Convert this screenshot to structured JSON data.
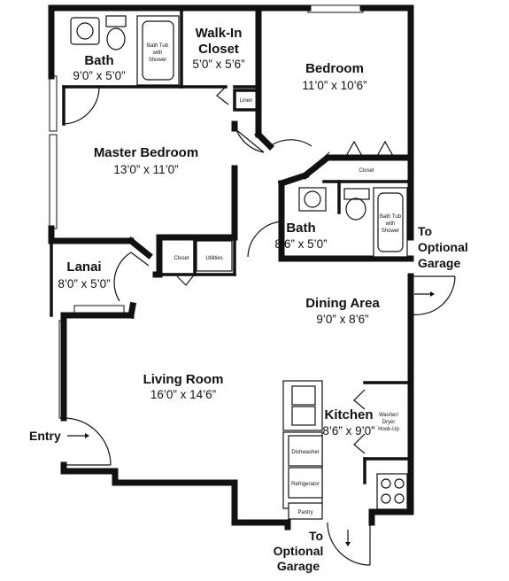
{
  "rooms": {
    "bath_master": {
      "name": "Bath",
      "dims": "9’0” x 5’0”"
    },
    "walk_in_closet": {
      "name_line1": "Walk-In",
      "name_line2": "Closet",
      "dims": "5’0” x 5’6”"
    },
    "bedroom": {
      "name": "Bedroom",
      "dims": "11’0” x 10’6”"
    },
    "master_bedroom": {
      "name": "Master Bedroom",
      "dims": "13’0” x 11’0”"
    },
    "bath_second": {
      "name": "Bath",
      "dims": "8’6” x 5’0”"
    },
    "lanai": {
      "name": "Lanai",
      "dims": "8’0” x 5’0”"
    },
    "dining_area": {
      "name": "Dining Area",
      "dims": "9’0” x 8’6”"
    },
    "living_room": {
      "name": "Living Room",
      "dims": "16’0” x 14’6”"
    },
    "kitchen": {
      "name": "Kitchen",
      "dims": "8’6” x 9’0”"
    }
  },
  "fixtures": {
    "tub_line1": "Bath Tub",
    "tub_line2": "with",
    "tub_line3": "Shower",
    "linen": "Linen",
    "closet": "Closet",
    "utilities": "Utilities",
    "washer_line1": "Washer/",
    "washer_line2": "Dryer",
    "washer_line3": "Hook-Up",
    "dishwasher": "Dishwasher",
    "refrigerator": "Refrigerator",
    "pantry": "Pantry"
  },
  "exterior": {
    "entry": "Entry",
    "garage_right": {
      "line1": "To",
      "line2": "Optional",
      "line3": "Garage"
    },
    "garage_bottom": {
      "line1": "To",
      "line2": "Optional",
      "line3": "Garage"
    }
  },
  "colors": {
    "wall": "#111111",
    "background": "#ffffff"
  }
}
